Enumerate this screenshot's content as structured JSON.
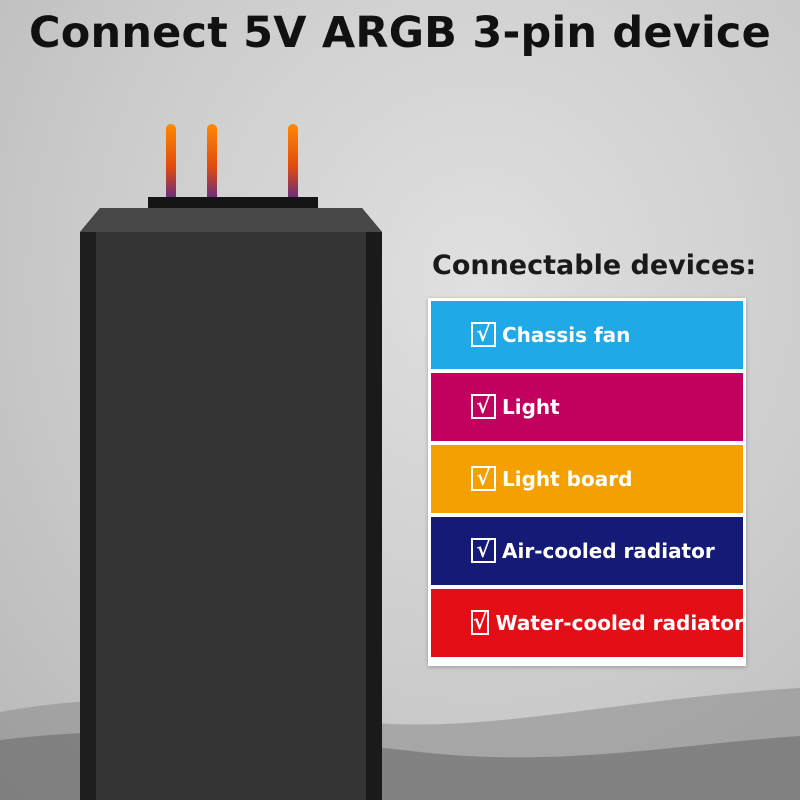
{
  "title": "Connect 5V ARGB 3-pin device",
  "subtitle": "Connectable devices:",
  "check_glyph": "√",
  "devices": [
    {
      "label": "Chassis fan",
      "color": "#1fa9e6"
    },
    {
      "label": "Light",
      "color": "#c2005e"
    },
    {
      "label": "Light board",
      "color": "#f4a000"
    },
    {
      "label": "Air-cooled radiator",
      "color": "#141a75"
    },
    {
      "label": "Water-cooled radiator",
      "color": "#e40e16"
    }
  ]
}
